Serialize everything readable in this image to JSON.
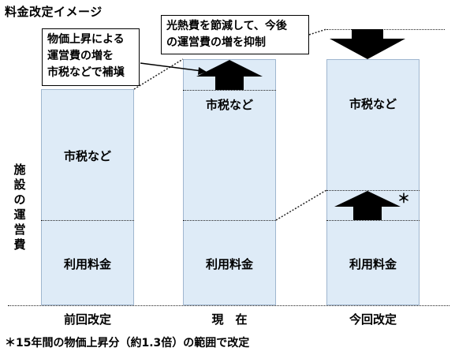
{
  "title": "料金改定イメージ",
  "y_axis_label": "施設の運営費",
  "columns": [
    {
      "label": "前回改定",
      "upper_label": "市税など",
      "lower_label": "利用料金"
    },
    {
      "label": "現　在",
      "upper_label": "市税など",
      "lower_label": "利用料金"
    },
    {
      "label": "今回改定",
      "upper_label": "市税など",
      "lower_label": "利用料金"
    }
  ],
  "callout_left": {
    "line1": "物価上昇による",
    "line2": "運営費の増を",
    "line3": "市税などで補塡"
  },
  "callout_right": {
    "line1": "光熱費を節減して、今後",
    "line2": "の運営費の増を抑制"
  },
  "asterisk": "＊",
  "footnote": "＊15年間の物価上昇分（約1.3倍）の範囲で改定",
  "colors": {
    "column_fill": "#deebf7",
    "column_border": "#9fb6cf",
    "arrow": "#000000"
  }
}
